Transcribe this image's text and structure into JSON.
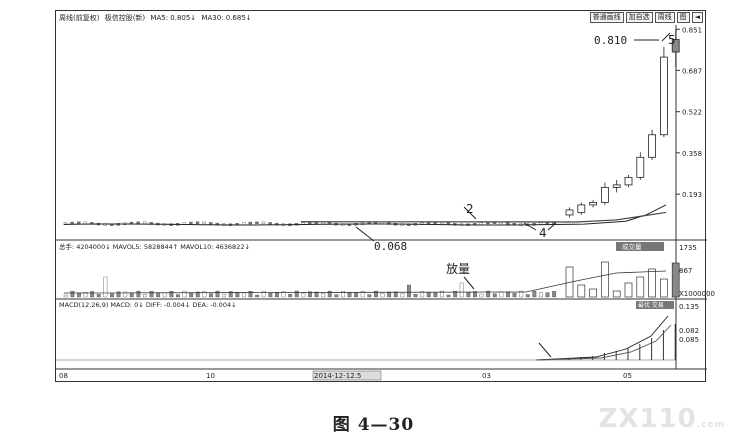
{
  "header": {
    "title": "周线(前复权)",
    "stock": "极信控股(新)",
    "ma_a": "MA5: 0.805↓",
    "ma_b": "MA30: 0.685↓",
    "buttons": [
      "普通画线",
      "加自选",
      "周线",
      "图",
      "◄"
    ]
  },
  "volume_header": {
    "vol": "总手: 4204000↓",
    "ma5": "MAVOL5: 5828844↑",
    "ma10": "MAVOL10: 4636822↓",
    "badge": "成交量"
  },
  "macd_header": {
    "label": "MACD(12,26,9) MACD: 0↓",
    "dif": "DIFF: -0.004↓",
    "dea": "DEA: -0.004↓",
    "badge": "最优 交易"
  },
  "annotations": {
    "price_high": "0.810",
    "price_low": "0.068",
    "n2": "2",
    "n4": "4",
    "n5": "5",
    "vol_note": "放量"
  },
  "caption": "图 4—30",
  "watermark": "ZX110",
  "watermark_small": ".com",
  "colors": {
    "up": "#ffffff",
    "down": "#888888",
    "line": "#222222"
  },
  "chart_data": {
    "type": "candlestick",
    "price_axis": {
      "ticks": [
        "0.851",
        "0.687",
        "0.522",
        "0.358",
        "0.193"
      ],
      "ylim": [
        0.03,
        0.86
      ]
    },
    "x_tick_labels": [
      "08",
      "10",
      "2014-12-12.5",
      "03",
      "05"
    ],
    "volume_axis": {
      "ticks": [
        "1735",
        "867",
        "X1000000"
      ]
    },
    "macd_axis": {
      "ticks": [
        "0.135",
        "0.082",
        "0.085"
      ]
    },
    "candles_tail": [
      {
        "o": 0.11,
        "c": 0.13,
        "h": 0.14,
        "l": 0.1
      },
      {
        "o": 0.12,
        "c": 0.15,
        "h": 0.16,
        "l": 0.11
      },
      {
        "o": 0.15,
        "c": 0.16,
        "h": 0.17,
        "l": 0.14
      },
      {
        "o": 0.16,
        "c": 0.22,
        "h": 0.24,
        "l": 0.15
      },
      {
        "o": 0.22,
        "c": 0.23,
        "h": 0.25,
        "l": 0.2
      },
      {
        "o": 0.23,
        "c": 0.26,
        "h": 0.27,
        "l": 0.22
      },
      {
        "o": 0.26,
        "c": 0.34,
        "h": 0.36,
        "l": 0.25
      },
      {
        "o": 0.34,
        "c": 0.43,
        "h": 0.45,
        "l": 0.33
      },
      {
        "o": 0.43,
        "c": 0.74,
        "h": 0.78,
        "l": 0.42
      },
      {
        "o": 0.81,
        "c": 0.76,
        "h": 0.85,
        "l": 0.7
      }
    ]
  }
}
